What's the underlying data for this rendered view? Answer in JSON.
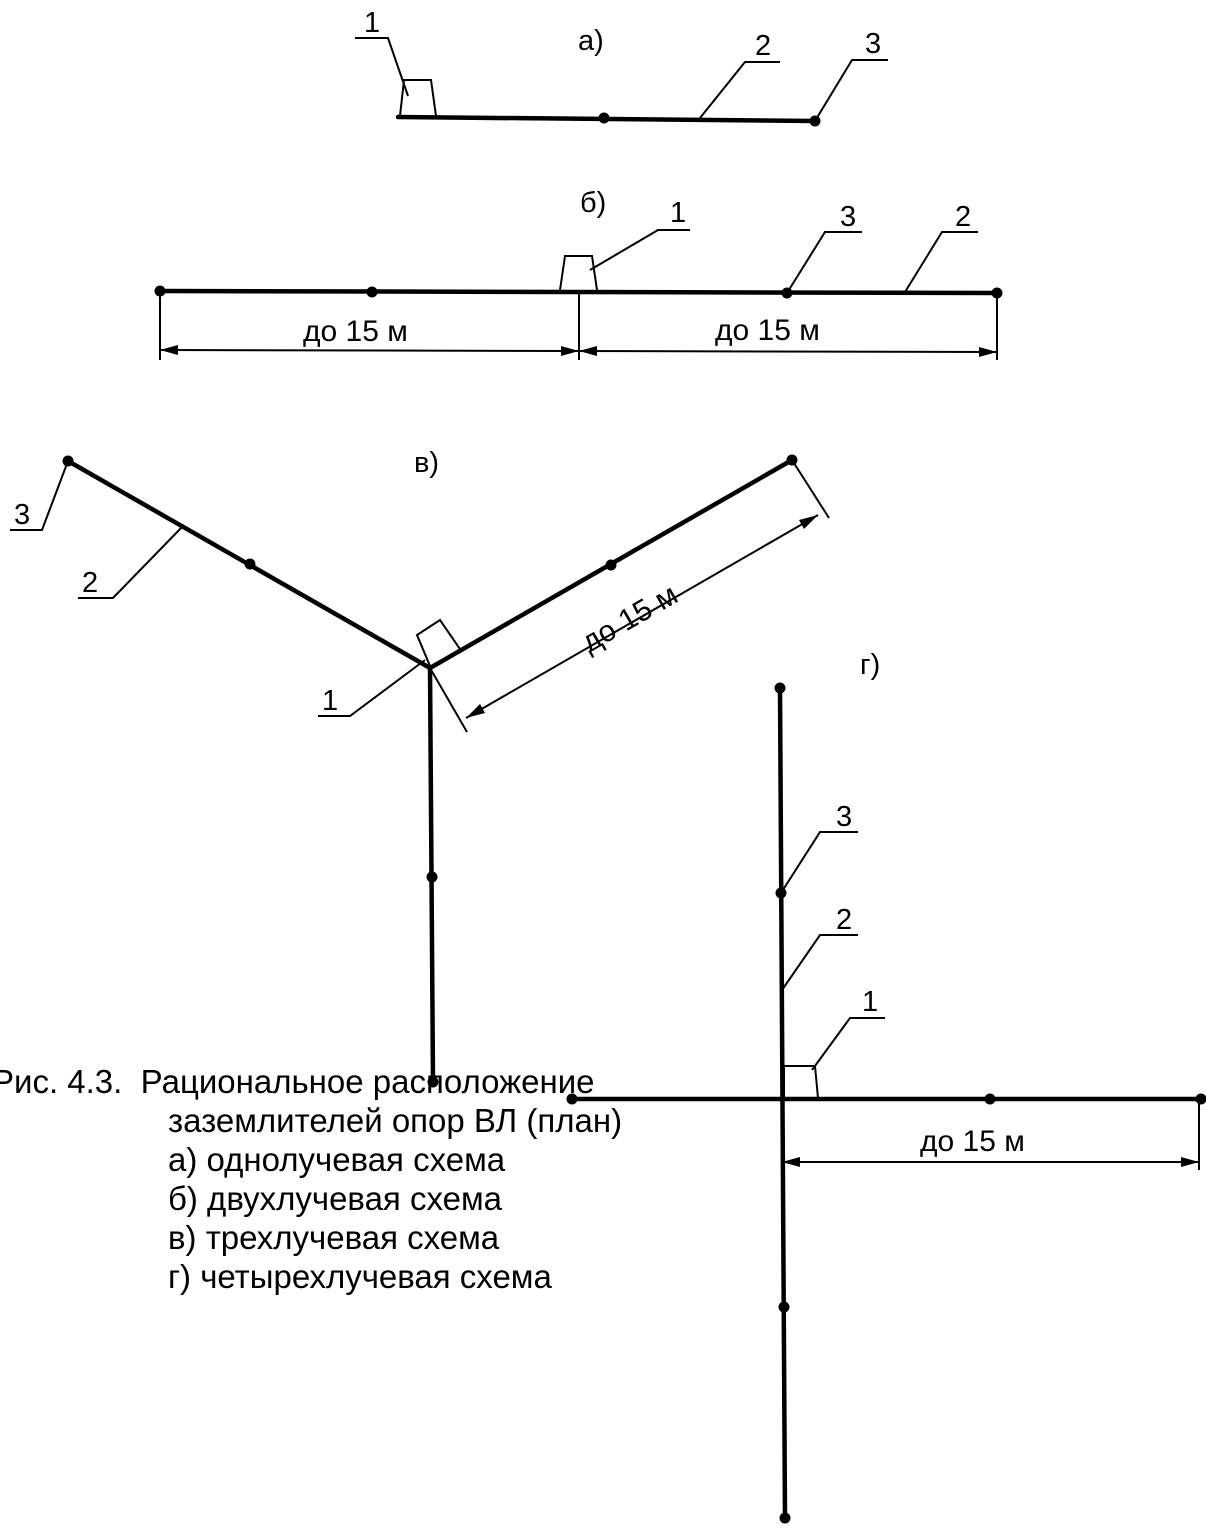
{
  "schemes": {
    "a": {
      "tag": "а)",
      "callouts": [
        "1",
        "2",
        "3"
      ]
    },
    "b": {
      "tag": "б)",
      "callouts": [
        "1",
        "3",
        "2"
      ],
      "dimension_left": "до 15 м",
      "dimension_right": "до 15 м"
    },
    "v": {
      "tag": "в)",
      "callouts": [
        "3",
        "2",
        "1"
      ],
      "dimension": "до 15 м"
    },
    "g": {
      "tag": "г)",
      "callouts": [
        "3",
        "2",
        "1"
      ],
      "dimension": "до 15 м"
    }
  },
  "caption": {
    "figure": "Рис. 4.3.",
    "title_line1": "Рациональное расположение",
    "title_line2": "заземлителей опор ВЛ (план)",
    "items": [
      "а) однолучевая схема",
      "б) двухлучевая схема",
      "в) трехлучевая схема",
      "г) четырехлучевая схема"
    ]
  }
}
